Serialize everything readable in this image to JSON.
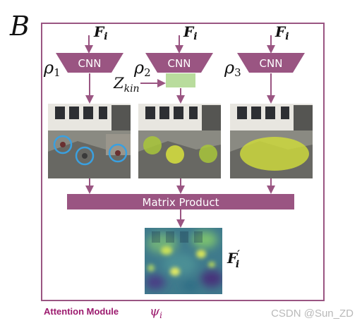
{
  "panel": {
    "letter": "B"
  },
  "inputs": {
    "f_sym": "F",
    "f_sub": "i"
  },
  "branches": [
    {
      "rho_sym": "ρ",
      "rho_sub": "1",
      "block": "CNN"
    },
    {
      "rho_sym": "ρ",
      "rho_sub": "2",
      "block": "CNN"
    },
    {
      "rho_sym": "ρ",
      "rho_sub": "3",
      "block": "CNN"
    }
  ],
  "zkin": {
    "sym": "Z",
    "sub": "kin"
  },
  "matrix": {
    "label": "Matrix Product"
  },
  "output": {
    "sym": "F",
    "prime": "′",
    "sub": "i"
  },
  "module": {
    "label": "Attention Module",
    "psi_sym": "ψ",
    "psi_sub": "i"
  },
  "watermark": "CSDN @Sun_ZD",
  "colors": {
    "primary": "#9a5582",
    "green_box": "#b9dc9d",
    "circle_blue": "#3aa0e0",
    "circle_yellow": "#d8e23c",
    "module_label": "#9c1a6e"
  },
  "icons": {
    "arrow": "arrow-down-icon"
  }
}
